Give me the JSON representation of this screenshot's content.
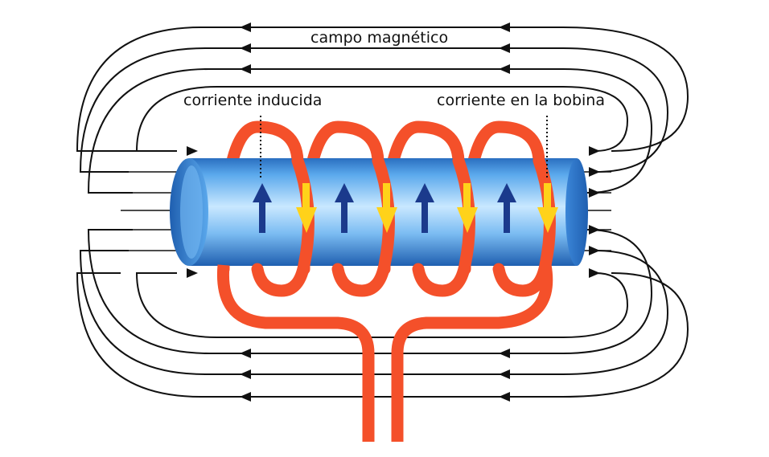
{
  "labels": {
    "magnetic_field": "campo magnético",
    "induced_current": "corriente inducida",
    "coil_current": "corriente en la bobina"
  },
  "colors": {
    "field_lines": "#111111",
    "coil": "#f4502a",
    "cylinder_light": "#bfe3ff",
    "cylinder_mid": "#4d9ee6",
    "cylinder_dark": "#1f5fb0",
    "induced_arrow": "#1b3a8c",
    "coil_arrow": "#ffd21a"
  },
  "icons": [
    "arrow-up-icon",
    "arrow-down-icon",
    "arrow-left-icon",
    "arrow-right-icon"
  ]
}
